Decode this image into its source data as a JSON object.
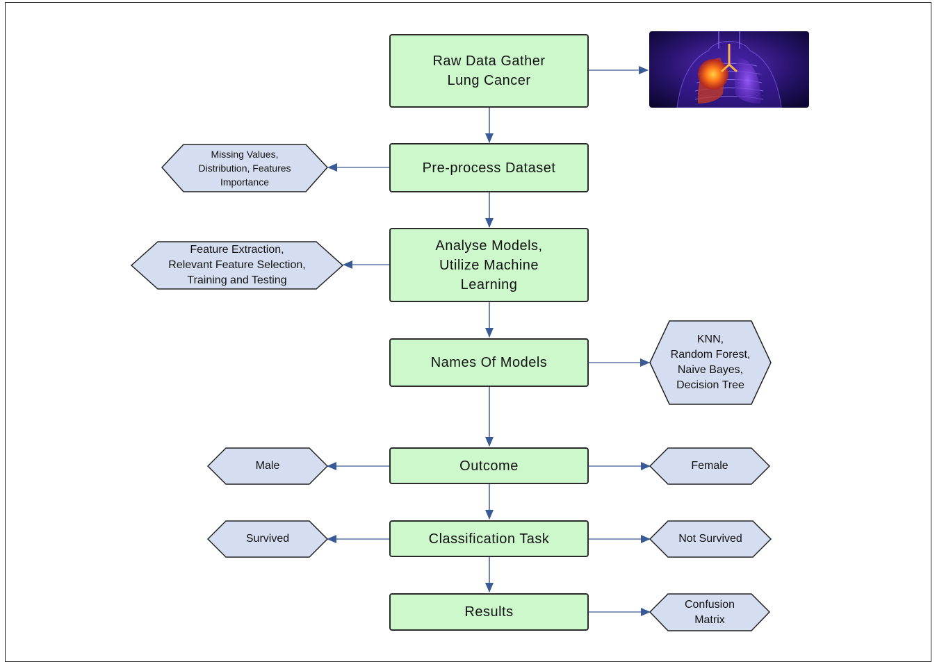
{
  "colors": {
    "box_fill": "#ccf8cc",
    "hex_fill": "#d5ddf0",
    "arrow": "#3a5a96",
    "border": "#2b2b2b"
  },
  "main_steps": [
    "Raw Data Gather\nLung Cancer",
    "Pre-process Dataset",
    "Analyse Models,\nUtilize Machine\nLearning",
    "Names Of Models",
    "Outcome",
    "Classification Task",
    "Results"
  ],
  "side_nodes": {
    "preprocess_details": "Missing Values,\nDistribution, Features\nImportance",
    "analysis_details": "Feature Extraction,\nRelevant Feature Selection,\nTraining and Testing",
    "model_names": "KNN,\nRandom Forest,\nNaive Bayes,\nDecision Tree",
    "outcome_left": "Male",
    "outcome_right": "Female",
    "class_left": "Survived",
    "class_right": "Not Survived",
    "results_right": "Confusion\nMatrix"
  },
  "image": {
    "subject": "lung-xray-illustration"
  }
}
